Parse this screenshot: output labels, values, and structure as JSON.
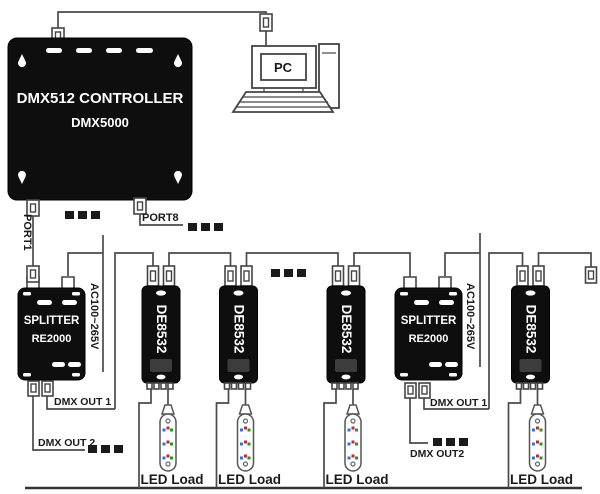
{
  "controller": {
    "title": "DMX512 CONTROLLER",
    "model": "DMX5000"
  },
  "pc": {
    "label": "PC"
  },
  "ports": {
    "port1": "PORT1",
    "port8": "PORT8"
  },
  "power": {
    "ac_left": "AC100~265V",
    "ac_right": "AC100~265V"
  },
  "splitter_left": {
    "name": "SPLITTER",
    "model": "RE2000",
    "out1": "DMX OUT 1",
    "out2": "DMX OUT 2"
  },
  "splitter_right": {
    "name": "SPLITTER",
    "model": "RE2000",
    "out1": "DMX OUT 1",
    "out2": "DMX OUT2"
  },
  "decoders": [
    {
      "label": "DE8532"
    },
    {
      "label": "DE8532"
    },
    {
      "label": "DE8532"
    },
    {
      "label": "DE8532"
    }
  ],
  "led_loads": [
    {
      "label": "LED Load"
    },
    {
      "label": "LED Load"
    },
    {
      "label": "LED Load"
    },
    {
      "label": "LED Load"
    }
  ],
  "colors": {
    "device_fill": "#0e0e0e",
    "wire": "#4a4a4a",
    "led_red": "#c62828",
    "led_green": "#1b9e1b",
    "led_blue": "#3b6fd4"
  }
}
